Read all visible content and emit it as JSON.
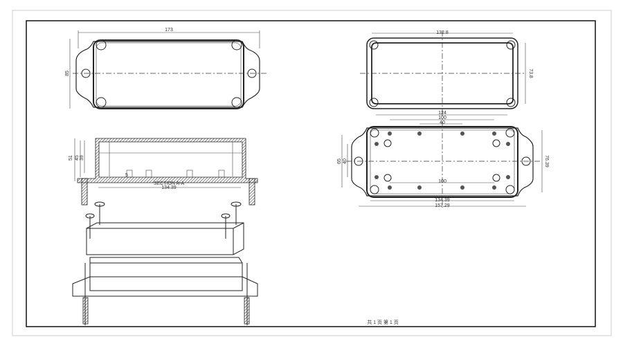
{
  "top_view": {
    "width": "173",
    "height": "85"
  },
  "section_view": {
    "h1": "51",
    "h2": "45",
    "h3": "39",
    "small": "5",
    "title": "SECTION A-A",
    "width": "134.39"
  },
  "lid_top_view": {
    "width": "132.8",
    "height": "73.8"
  },
  "bottom_view": {
    "d124": "124",
    "d100_top": "100",
    "d40_top": "40",
    "d65": "65",
    "d40_left": "40",
    "d100_bottom": "100",
    "d76": "76.39",
    "d134": "134.39",
    "d157": "157.29"
  },
  "footer": {
    "page_info": "共 1 页  第 1 页"
  }
}
